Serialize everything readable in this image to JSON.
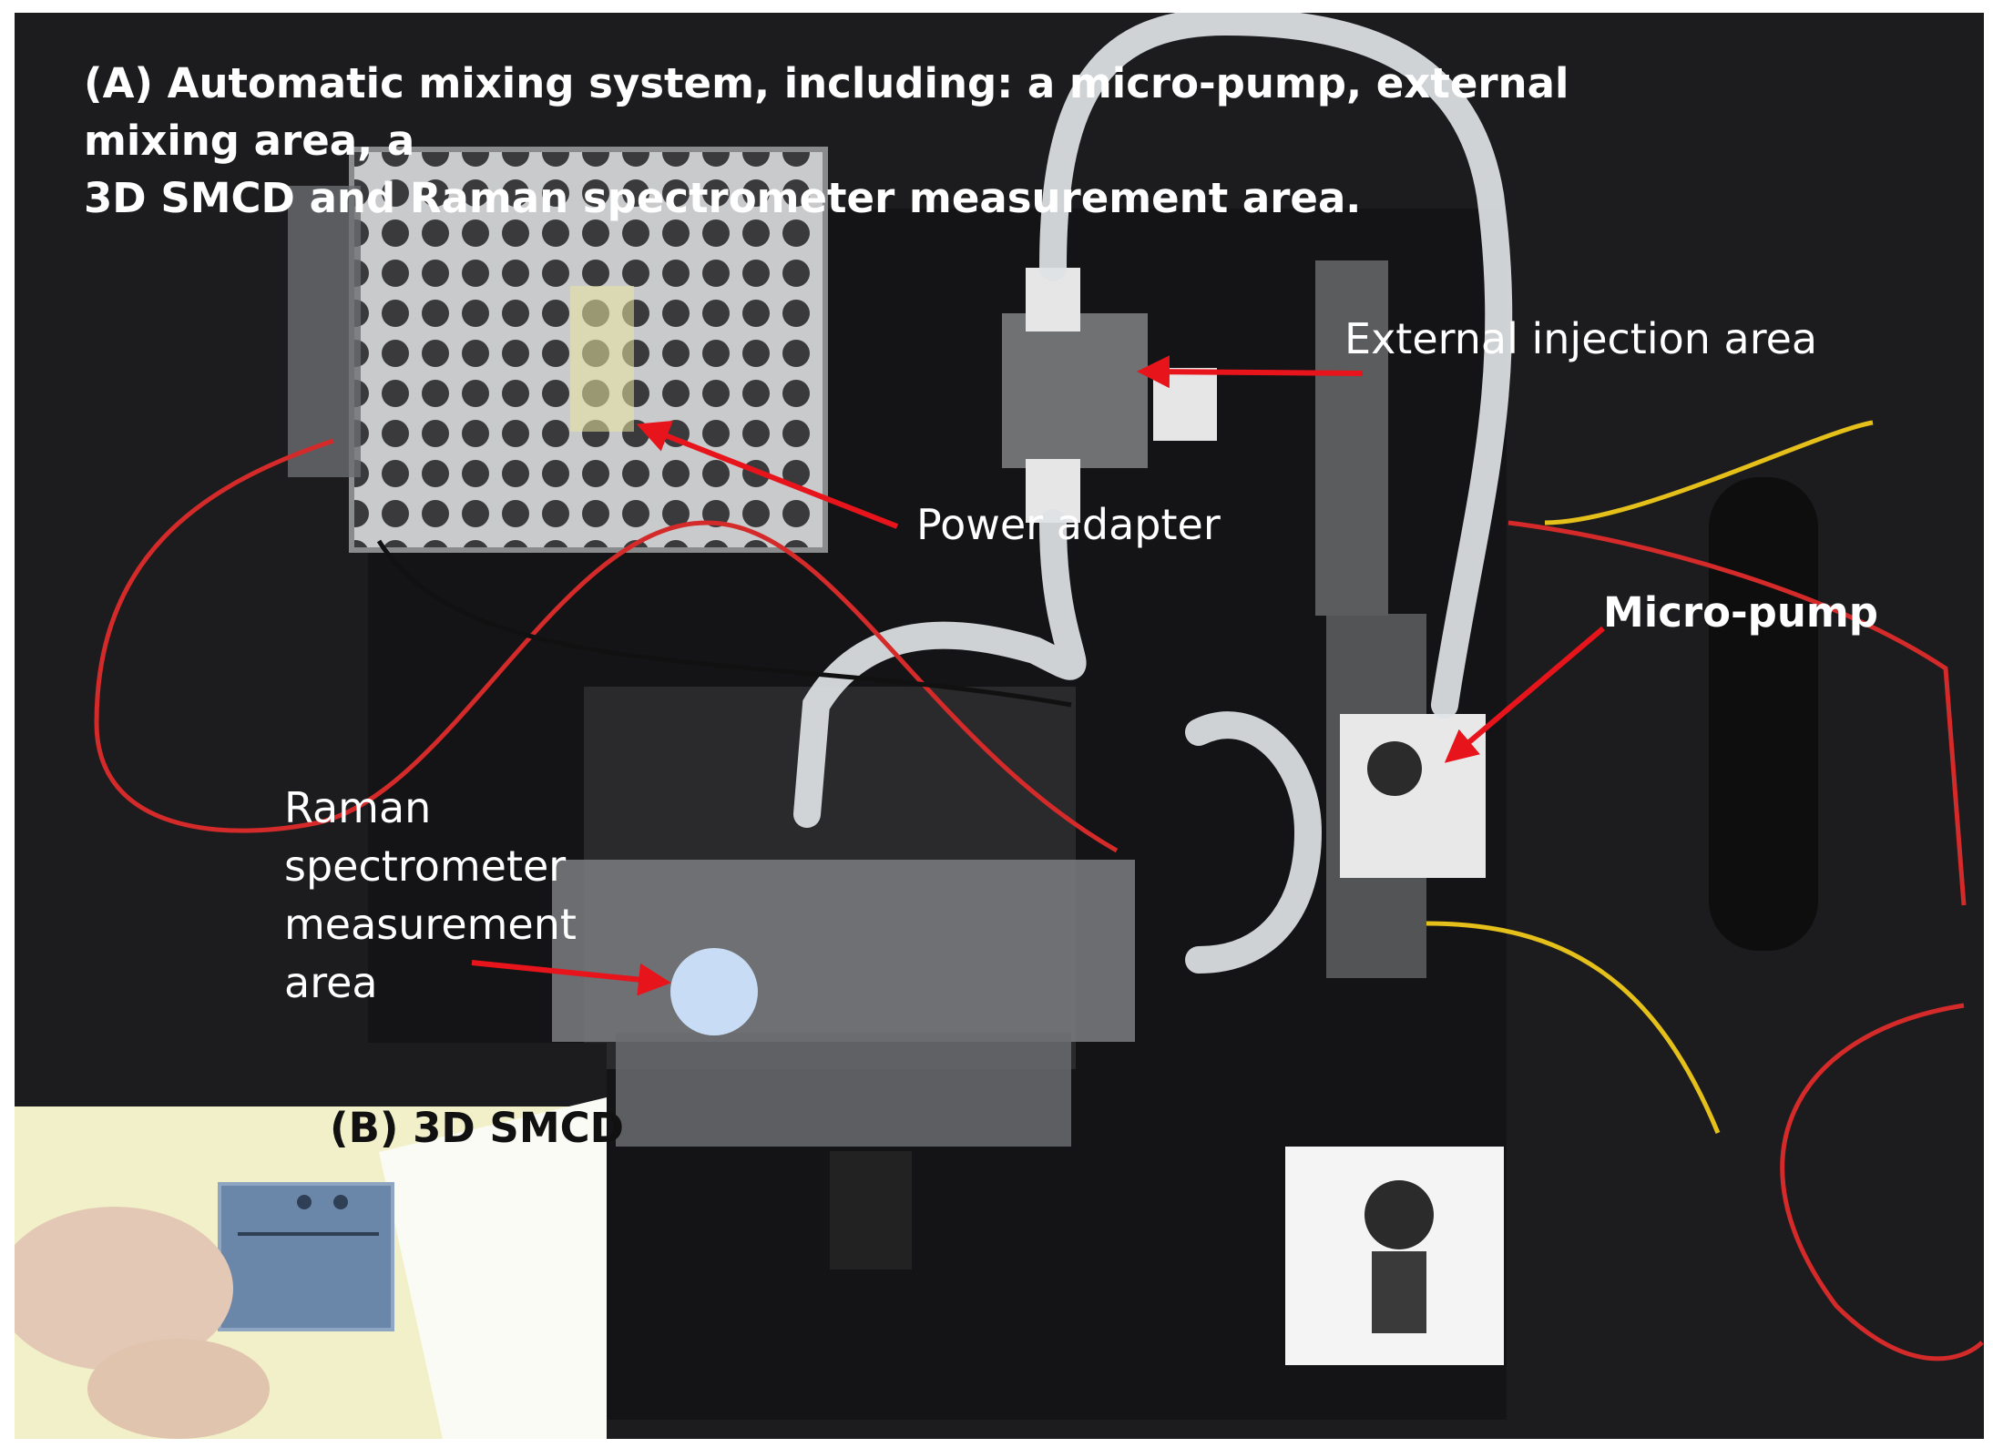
{
  "figure": {
    "title": "(A) Automatic mixing system, including: a micro-pump, external mixing area, a\n3D SMCD and Raman spectrometer measurement area.",
    "callouts": {
      "external_injection": "External injection area",
      "power_adapter": "Power adapter",
      "micro_pump": "Micro-pump",
      "raman_area": "Raman\nspectrometer\nmeasurement\narea"
    },
    "inset_label": "(B) 3D SMCD"
  },
  "colors": {
    "background": "#1c1c1e",
    "label_text": "#ffffff",
    "arrow": "#e8141b",
    "red_wire": "#d42a2a",
    "tubing": "#dfe3e6"
  },
  "icons": [
    "power-adapter-photo",
    "micro-pump-photo",
    "raman-window-photo",
    "smcd-chip-photo"
  ]
}
